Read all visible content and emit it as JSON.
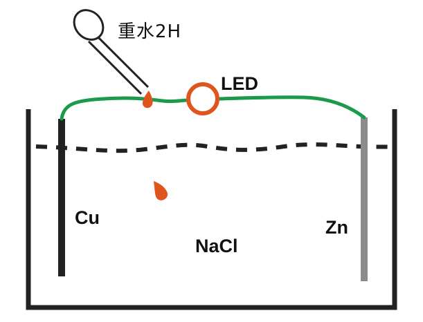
{
  "labels": {
    "dropper": "重水2H",
    "led": "LED",
    "cu": "Cu",
    "nacl": "NaCl",
    "zn": "Zn"
  },
  "colors": {
    "wire": "#1a9a4a",
    "droplet": "#e0541e",
    "led_ring": "#e0541e",
    "container": "#222222",
    "cu_electrode": "#222222",
    "zn_electrode": "#8c8c8c",
    "water_line": "#222222"
  },
  "icons": {
    "dropper": "dropper-icon",
    "led": "led-icon",
    "droplet": "droplet-icon"
  }
}
